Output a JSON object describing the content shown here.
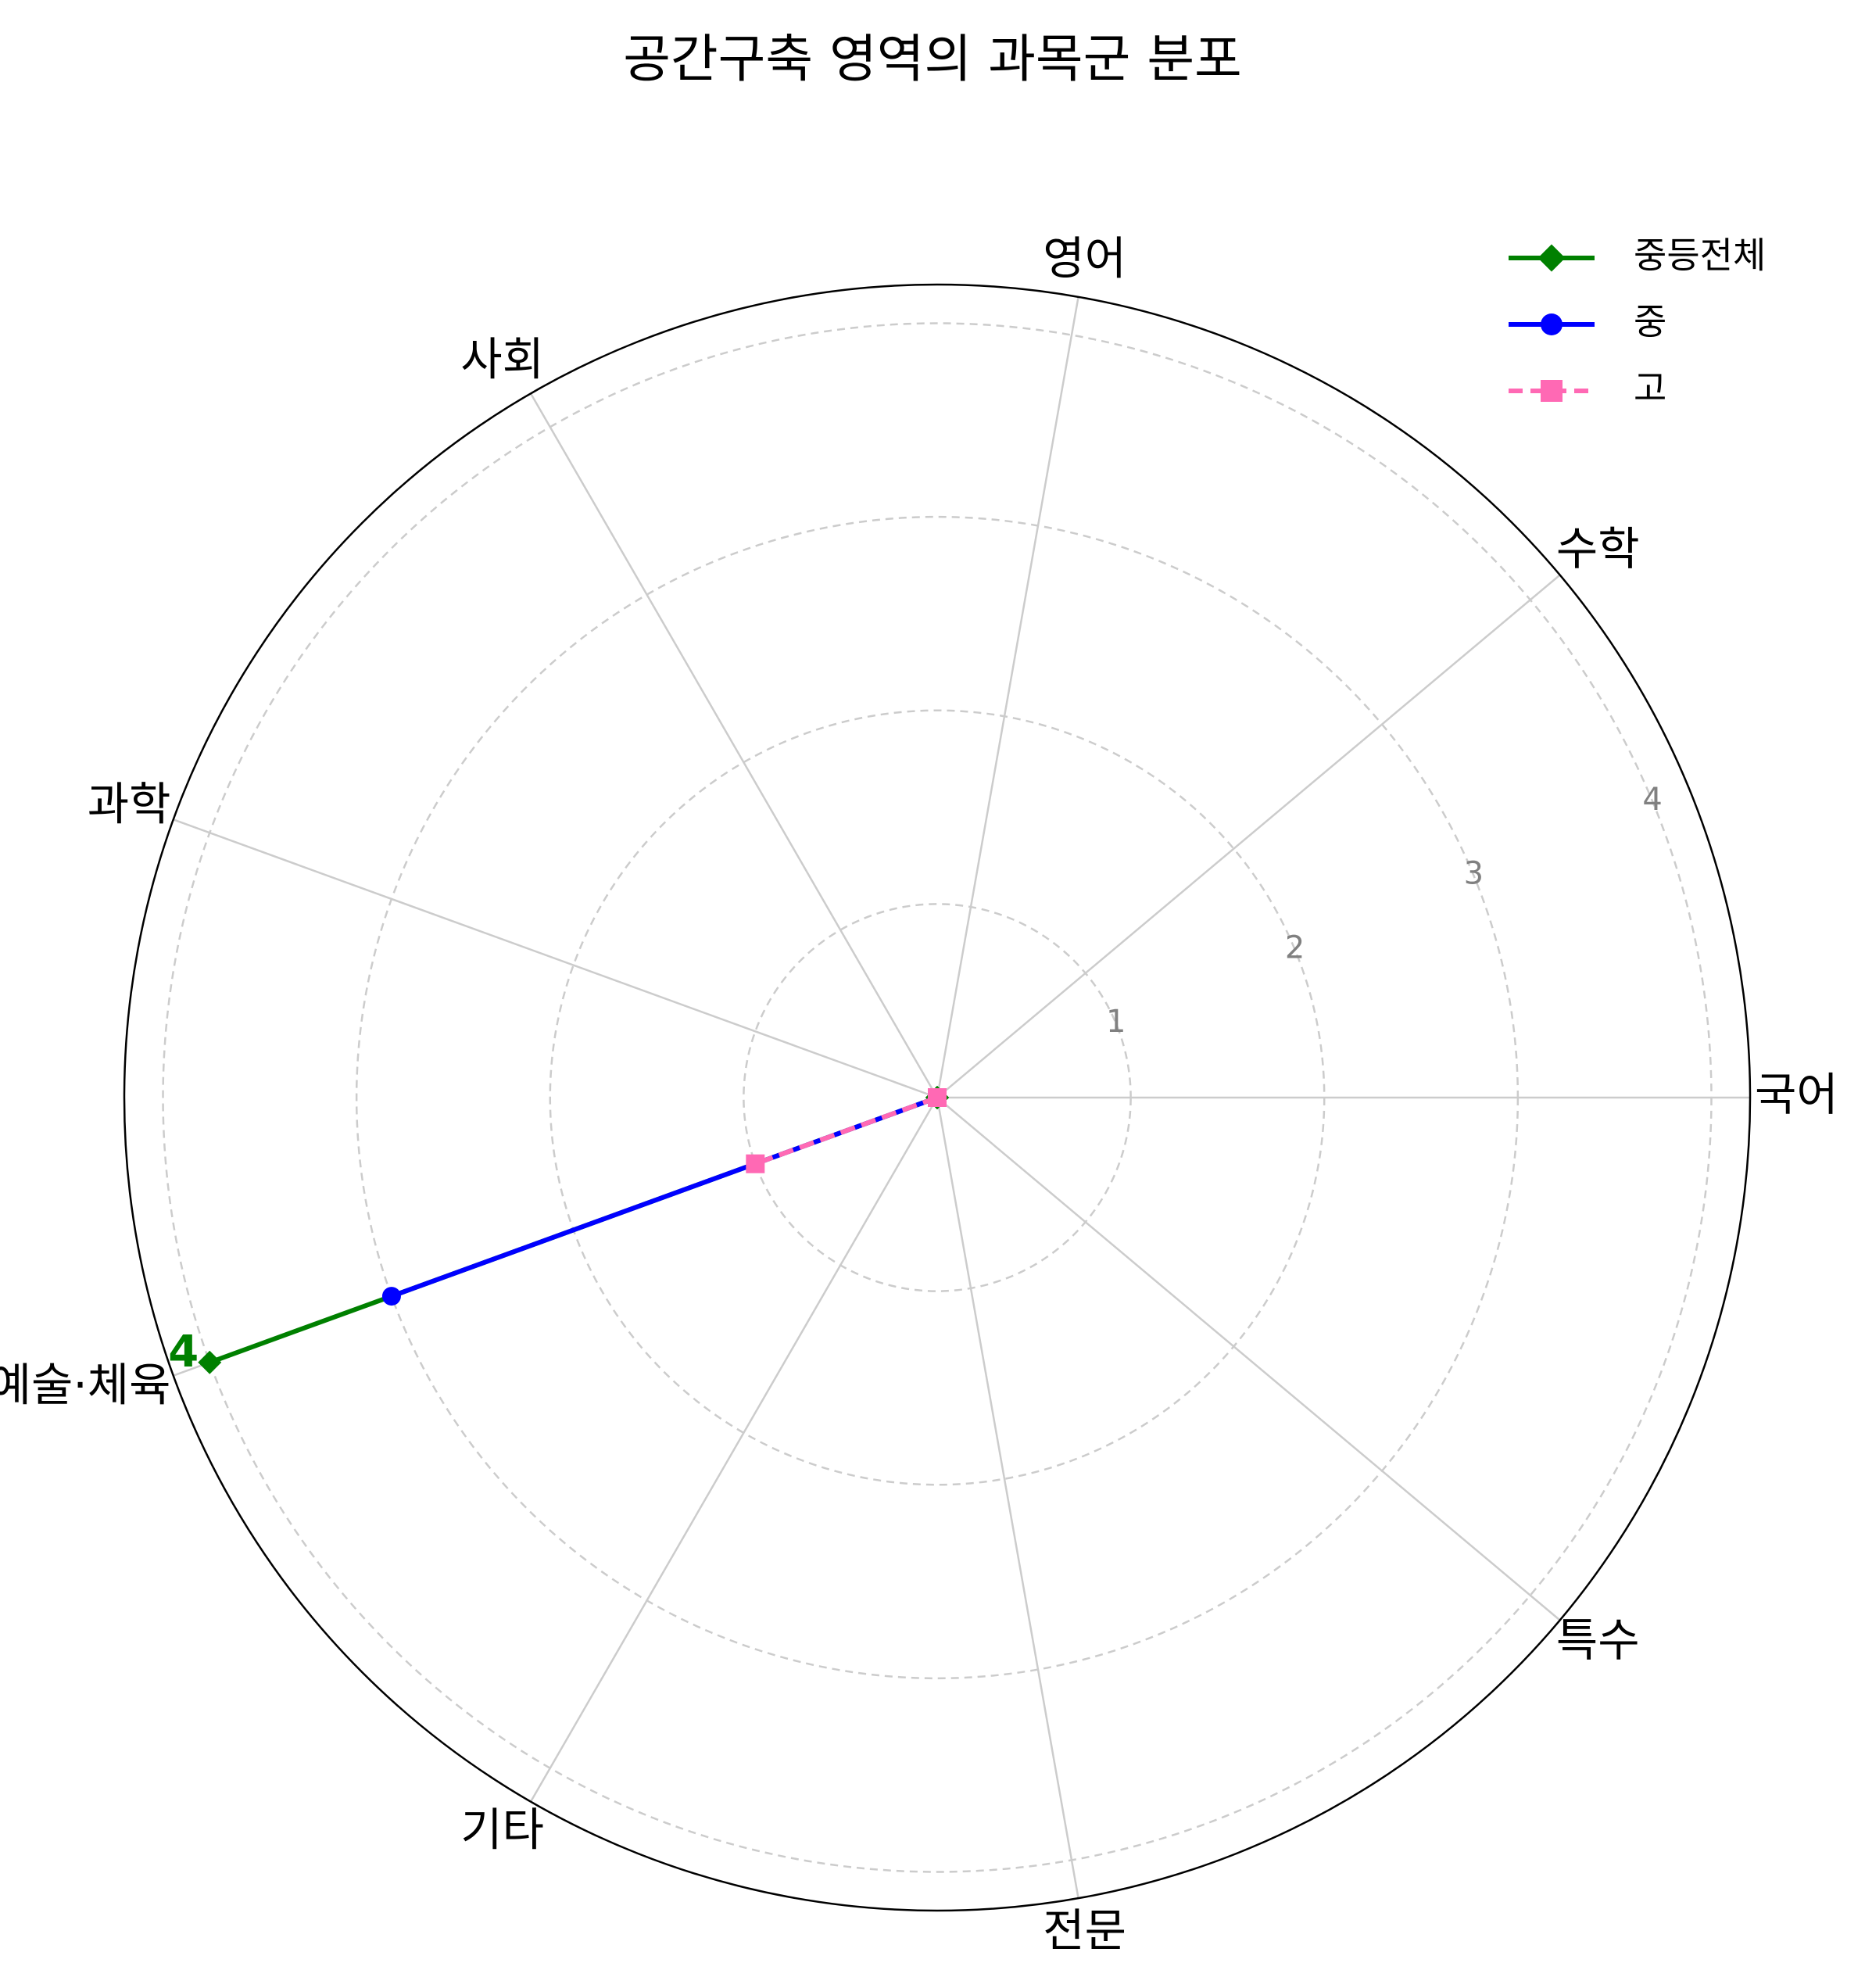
{
  "chart_data": {
    "type": "radar",
    "title": "공간구축 영역의 과목군 분포",
    "categories": [
      "국어",
      "수학",
      "영어",
      "사회",
      "과학",
      "예술·체육",
      "기타",
      "전문",
      "특수"
    ],
    "radial_ticks": [
      "1",
      "2",
      "3",
      "4"
    ],
    "rlim": [
      0,
      4.2
    ],
    "grid": true,
    "legend_position": "top-right",
    "series": [
      {
        "name": "중등전체",
        "values": [
          0,
          0,
          0,
          0,
          0,
          4,
          0,
          0,
          0
        ],
        "color": "#008000",
        "marker": "diamond",
        "line_style": "solid"
      },
      {
        "name": "중",
        "values": [
          0,
          0,
          0,
          0,
          0,
          3,
          0,
          0,
          0
        ],
        "color": "#0000ff",
        "marker": "circle",
        "line_style": "solid"
      },
      {
        "name": "고",
        "values": [
          0,
          0,
          0,
          0,
          0,
          1,
          0,
          0,
          0
        ],
        "color": "#ff69b4",
        "marker": "square",
        "line_style": "dashed"
      }
    ],
    "annotations": [
      {
        "text": "4",
        "series": "중등전체",
        "category": "예술·체육",
        "color": "#008000"
      }
    ]
  }
}
